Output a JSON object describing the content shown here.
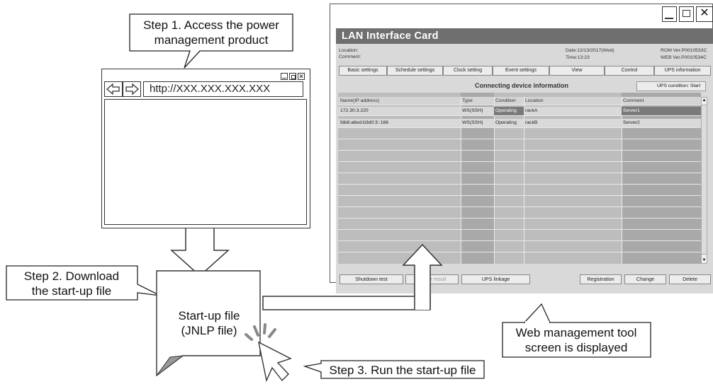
{
  "steps": {
    "step1": "Step 1. Access the power management product",
    "step1_line1": "Step 1. Access the power",
    "step1_line2": "management product",
    "step2_line1": "Step 2. Download",
    "step2_line2": "the start-up file",
    "step3": "Step 3. Run the start-up file"
  },
  "browser": {
    "url": "http://XXX.XXX.XXX.XXX"
  },
  "file": {
    "line1": "Start-up file",
    "line2": "(JNLP file)"
  },
  "result": {
    "line1": "Web management tool",
    "line2": "screen is displayed"
  },
  "lan": {
    "title": "LAN Interface Card",
    "location_label": "Location:",
    "comment_label": "Comment:",
    "date": "Date:12/13/2017(Wed)",
    "time": "Time:13:23",
    "rom_ver": "ROM Ver.P0010533C",
    "web_ver": "WEB Ver.P0010534C",
    "tabs": [
      "Basic settings",
      "Schedule settings",
      "Clock setting",
      "Event settings",
      "View",
      "Control",
      "UPS information"
    ],
    "section_title": "Connecting device information",
    "ups_condition": "UPS condition: Start",
    "columns": [
      "Name(IP address)",
      "Type",
      "Condition",
      "Location",
      "Comment"
    ],
    "rows": [
      [
        "172.30.3.220",
        "WS(SSH)",
        "Operating",
        "rackA",
        "Server1"
      ],
      [
        "fdb6:a6ed:b3d0:3::166",
        "WS(SSH)",
        "Operating",
        "rackB",
        "Server2"
      ]
    ],
    "buttons": [
      "Shutdown test",
      "ar result",
      "UPS linkage",
      "Registration",
      "Change",
      "Delete"
    ]
  }
}
